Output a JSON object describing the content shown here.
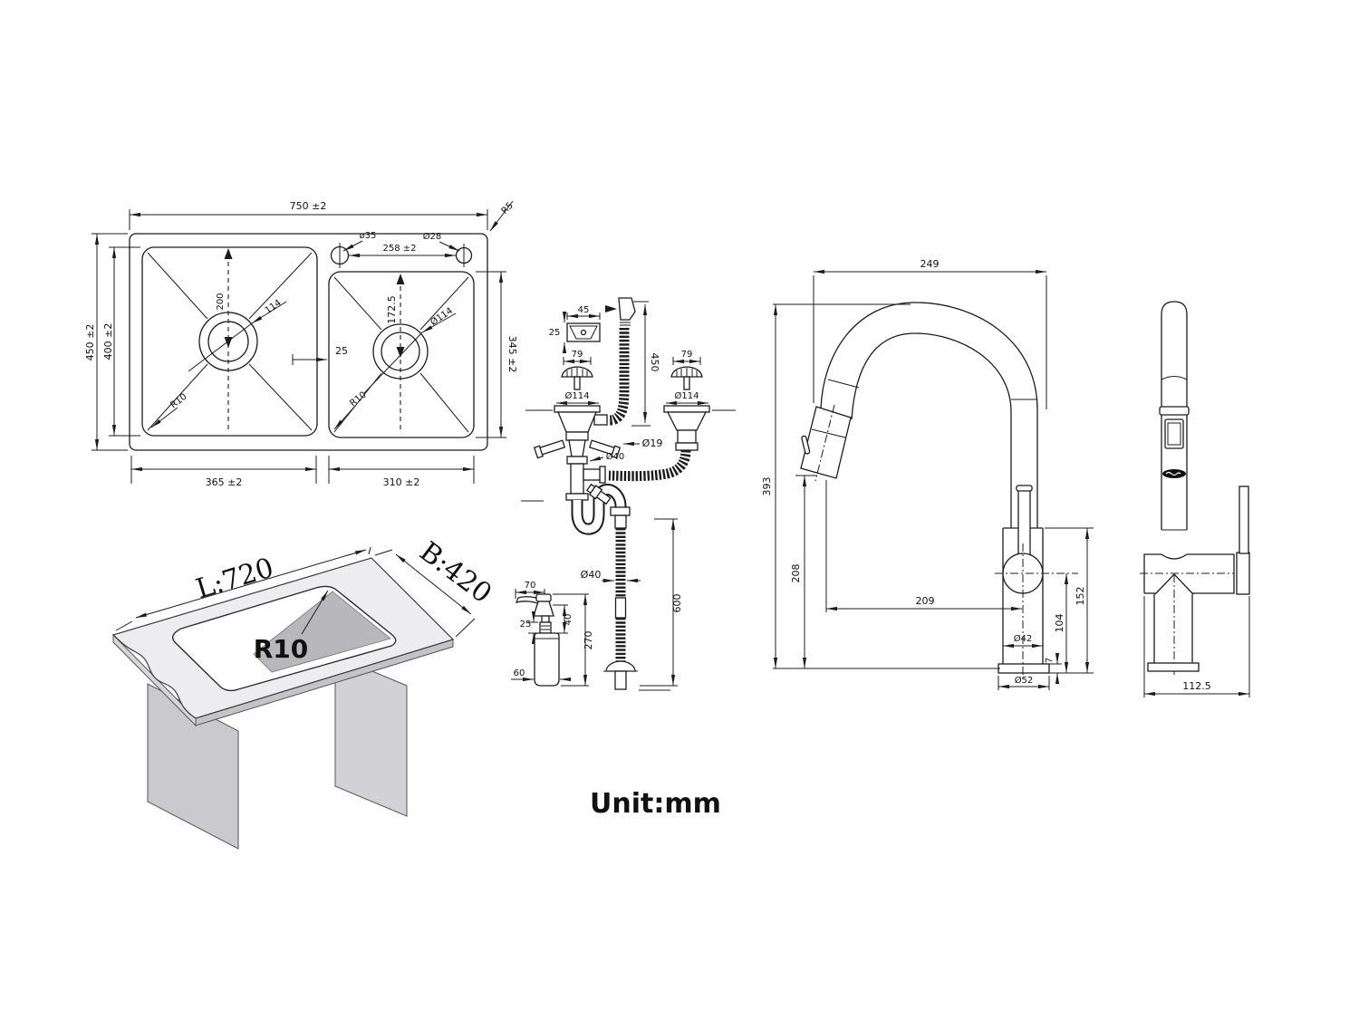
{
  "palette": {
    "line": "#1c1c1c",
    "text": "#111111",
    "background": "#ffffff",
    "counter_top": "#ededef",
    "counter_edge_front": "#d7d7da",
    "counter_edge_right": "#c3c3c8",
    "counter_leg_left": "#c9c9ce",
    "counter_leg_right": "#d2d2d6",
    "cutout_wall": "#b7b7bc"
  },
  "unit_note": "Unit:mm",
  "sink_top_view": {
    "overall_width": "750 ±2",
    "overall_depth": "450 ±2",
    "bowl_depth": "400 ±2",
    "left_bowl_width": "365 ±2",
    "right_bowl_width": "310 ±2",
    "right_bowl_depth": "345 ±2",
    "hole_spacing": "258 ±2",
    "hole_left_dia": "ø35",
    "hole_right_dia": "Ø28",
    "outer_corner_radius": "R5",
    "left_drain_offset": "200",
    "left_drain_dia": "114",
    "right_drain_offset": "172.5",
    "right_drain_dia": "Ø114",
    "divider_width": "25",
    "left_bowl_corner_radius": "R10",
    "right_bowl_corner_radius": "R10"
  },
  "counter_cutout_view": {
    "cutout_length": "L:720",
    "cutout_width": "B:420",
    "corner_radius": "R10"
  },
  "drain_assembly": {
    "overflow_plate_width": "45",
    "overflow_plate_height": "25",
    "overflow_hose_length": "450",
    "left_basket_dia": "79",
    "left_flange_dia": "Ø114",
    "right_basket_dia": "79",
    "right_flange_dia": "Ø114",
    "side_inlet_dia": "Ø19",
    "tailpipe_dia": "Ø40",
    "drain_hose_dia": "Ø40",
    "drain_hose_length": "600",
    "dispenser_spout_length": "70",
    "dispenser_collar_height": "25",
    "dispenser_neck_height": "40",
    "dispenser_total_height": "270",
    "dispenser_bottle_dia": "60"
  },
  "faucet_side_view": {
    "spout_reach_overall": "249",
    "overall_height": "393",
    "spout_clearance": "208",
    "spout_reach": "209",
    "height_to_handle": "152",
    "height_to_swivel": "104",
    "body_dia": "Ø42",
    "base_plate_height": "7",
    "base_dia": "Ø52"
  },
  "faucet_front_view": {
    "overall_depth": "112.5"
  }
}
